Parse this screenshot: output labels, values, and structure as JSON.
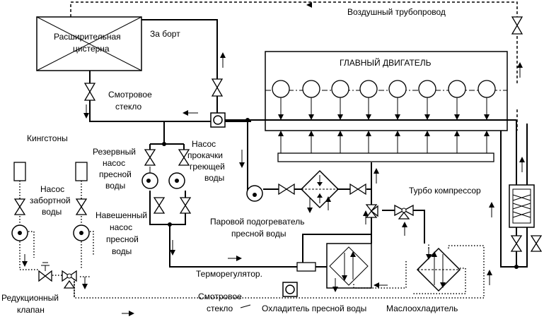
{
  "labels": {
    "air_pipeline": "Воздушный трубопровод",
    "expansion_tank_line1": "Расширительная",
    "expansion_tank_line2": "цистерна",
    "overboard": "За борт",
    "main_engine": "ГЛАВНЫЙ ДВИГАТЕЛЬ",
    "sight_glass_top_line1": "Смотровое",
    "sight_glass_top_line2": "стекло",
    "kingstons": "Кингстоны",
    "reserve_pump_line1": "Резервный",
    "reserve_pump_line2": "насос",
    "reserve_pump_line3": "пресной",
    "reserve_pump_line4": "воды",
    "heating_pump_line1": "Насос",
    "heating_pump_line2": "прокачки",
    "heating_pump_line3": "греющей",
    "heating_pump_line4": "воды",
    "sea_pump_line1": "Насос",
    "sea_pump_line2": "забортной",
    "sea_pump_line3": "воды",
    "attached_pump_line1": "Навешенный",
    "attached_pump_line2": "насос",
    "attached_pump_line3": "пресной",
    "attached_pump_line4": "воды",
    "turbo": "Турбо компрессор",
    "steam_heater_line1": "Паровой подогреватель",
    "steam_heater_line2": "пресной воды",
    "thermoregulator": "Терморегулятор.",
    "reducing_valve_line1": "Редукционный",
    "reducing_valve_line2": "клапан",
    "sight_glass_bottom_line1": "Смотровое",
    "sight_glass_bottom_line2": "стекло",
    "fresh_cooler": "Охладитель пресной воды",
    "oil_cooler": "Маслоохладитель"
  }
}
